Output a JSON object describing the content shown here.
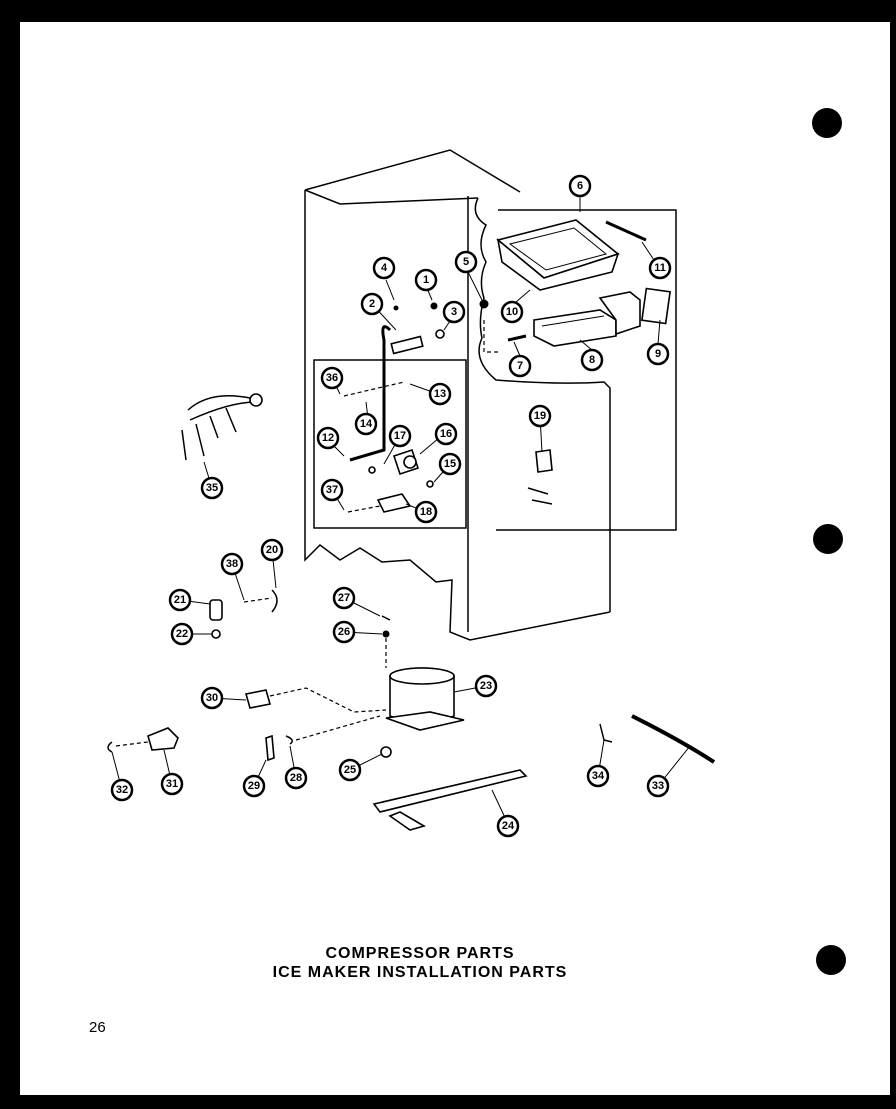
{
  "title": {
    "line1": "COMPRESSOR PARTS",
    "line2": "ICE MAKER INSTALLATION PARTS"
  },
  "page_number": "26",
  "callouts": [
    "1",
    "2",
    "3",
    "4",
    "5",
    "6",
    "7",
    "8",
    "9",
    "10",
    "11",
    "12",
    "13",
    "14",
    "15",
    "16",
    "17",
    "18",
    "19",
    "20",
    "21",
    "22",
    "23",
    "24",
    "25",
    "26",
    "27",
    "28",
    "29",
    "30",
    "31",
    "32",
    "33",
    "34",
    "35",
    "36",
    "37",
    "38"
  ]
}
